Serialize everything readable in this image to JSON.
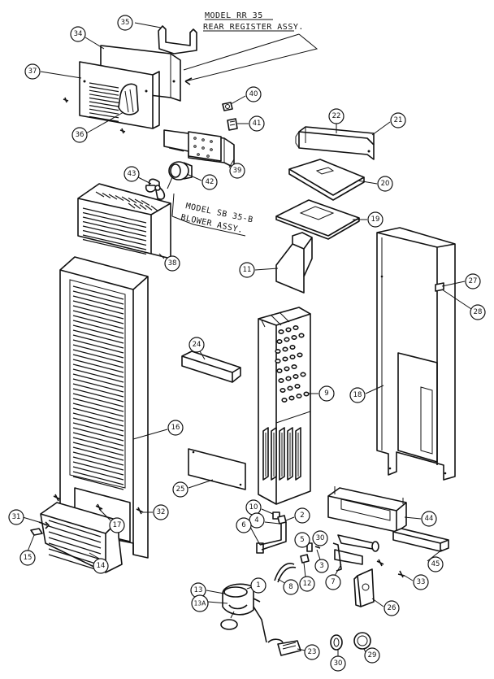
{
  "assembly_labels": {
    "rear_register_line1": "MODEL RR 35",
    "rear_register_line2": "REAR REGISTER ASSY.",
    "blower_line1": "MODEL SB 35-B",
    "blower_line2": "BLOWER ASSY."
  },
  "callouts": [
    {
      "id": "35",
      "label": "35"
    },
    {
      "id": "34",
      "label": "34"
    },
    {
      "id": "37",
      "label": "37"
    },
    {
      "id": "36",
      "label": "36"
    },
    {
      "id": "40",
      "label": "40"
    },
    {
      "id": "41",
      "label": "41"
    },
    {
      "id": "39",
      "label": "39"
    },
    {
      "id": "43",
      "label": "43"
    },
    {
      "id": "42",
      "label": "42"
    },
    {
      "id": "38",
      "label": "38"
    },
    {
      "id": "22",
      "label": "22"
    },
    {
      "id": "21",
      "label": "21"
    },
    {
      "id": "20",
      "label": "20"
    },
    {
      "id": "19",
      "label": "19"
    },
    {
      "id": "11",
      "label": "11"
    },
    {
      "id": "27",
      "label": "27"
    },
    {
      "id": "28",
      "label": "28"
    },
    {
      "id": "24",
      "label": "24"
    },
    {
      "id": "9",
      "label": "9"
    },
    {
      "id": "18",
      "label": "18"
    },
    {
      "id": "16",
      "label": "16"
    },
    {
      "id": "25",
      "label": "25"
    },
    {
      "id": "10",
      "label": "10"
    },
    {
      "id": "4",
      "label": "4"
    },
    {
      "id": "2",
      "label": "2"
    },
    {
      "id": "6",
      "label": "6"
    },
    {
      "id": "44",
      "label": "44"
    },
    {
      "id": "5",
      "label": "5"
    },
    {
      "id": "30a",
      "label": "30"
    },
    {
      "id": "3",
      "label": "3"
    },
    {
      "id": "45",
      "label": "45"
    },
    {
      "id": "31",
      "label": "31"
    },
    {
      "id": "17",
      "label": "17"
    },
    {
      "id": "32",
      "label": "32"
    },
    {
      "id": "15",
      "label": "15"
    },
    {
      "id": "14",
      "label": "14"
    },
    {
      "id": "8",
      "label": "8"
    },
    {
      "id": "12",
      "label": "12"
    },
    {
      "id": "7",
      "label": "7"
    },
    {
      "id": "33",
      "label": "33"
    },
    {
      "id": "13",
      "label": "13"
    },
    {
      "id": "1",
      "label": "1"
    },
    {
      "id": "13a",
      "label": "13A"
    },
    {
      "id": "26",
      "label": "26"
    },
    {
      "id": "23",
      "label": "23"
    },
    {
      "id": "30",
      "label": "30"
    },
    {
      "id": "29",
      "label": "29"
    }
  ]
}
